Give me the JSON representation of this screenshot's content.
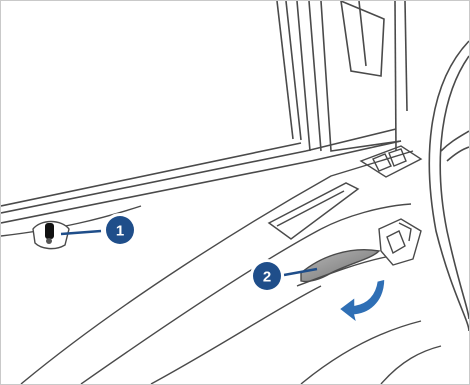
{
  "callouts": [
    {
      "number": "1",
      "target": "door-lock-button"
    },
    {
      "number": "2",
      "target": "door-handle"
    }
  ],
  "colors": {
    "callout_fill": "#1f4e8a",
    "callout_ring": "#ffffff",
    "arrow_fill": "#2f6fb5",
    "line": "#4a4a4a",
    "highlight": "#8d8d8d"
  }
}
